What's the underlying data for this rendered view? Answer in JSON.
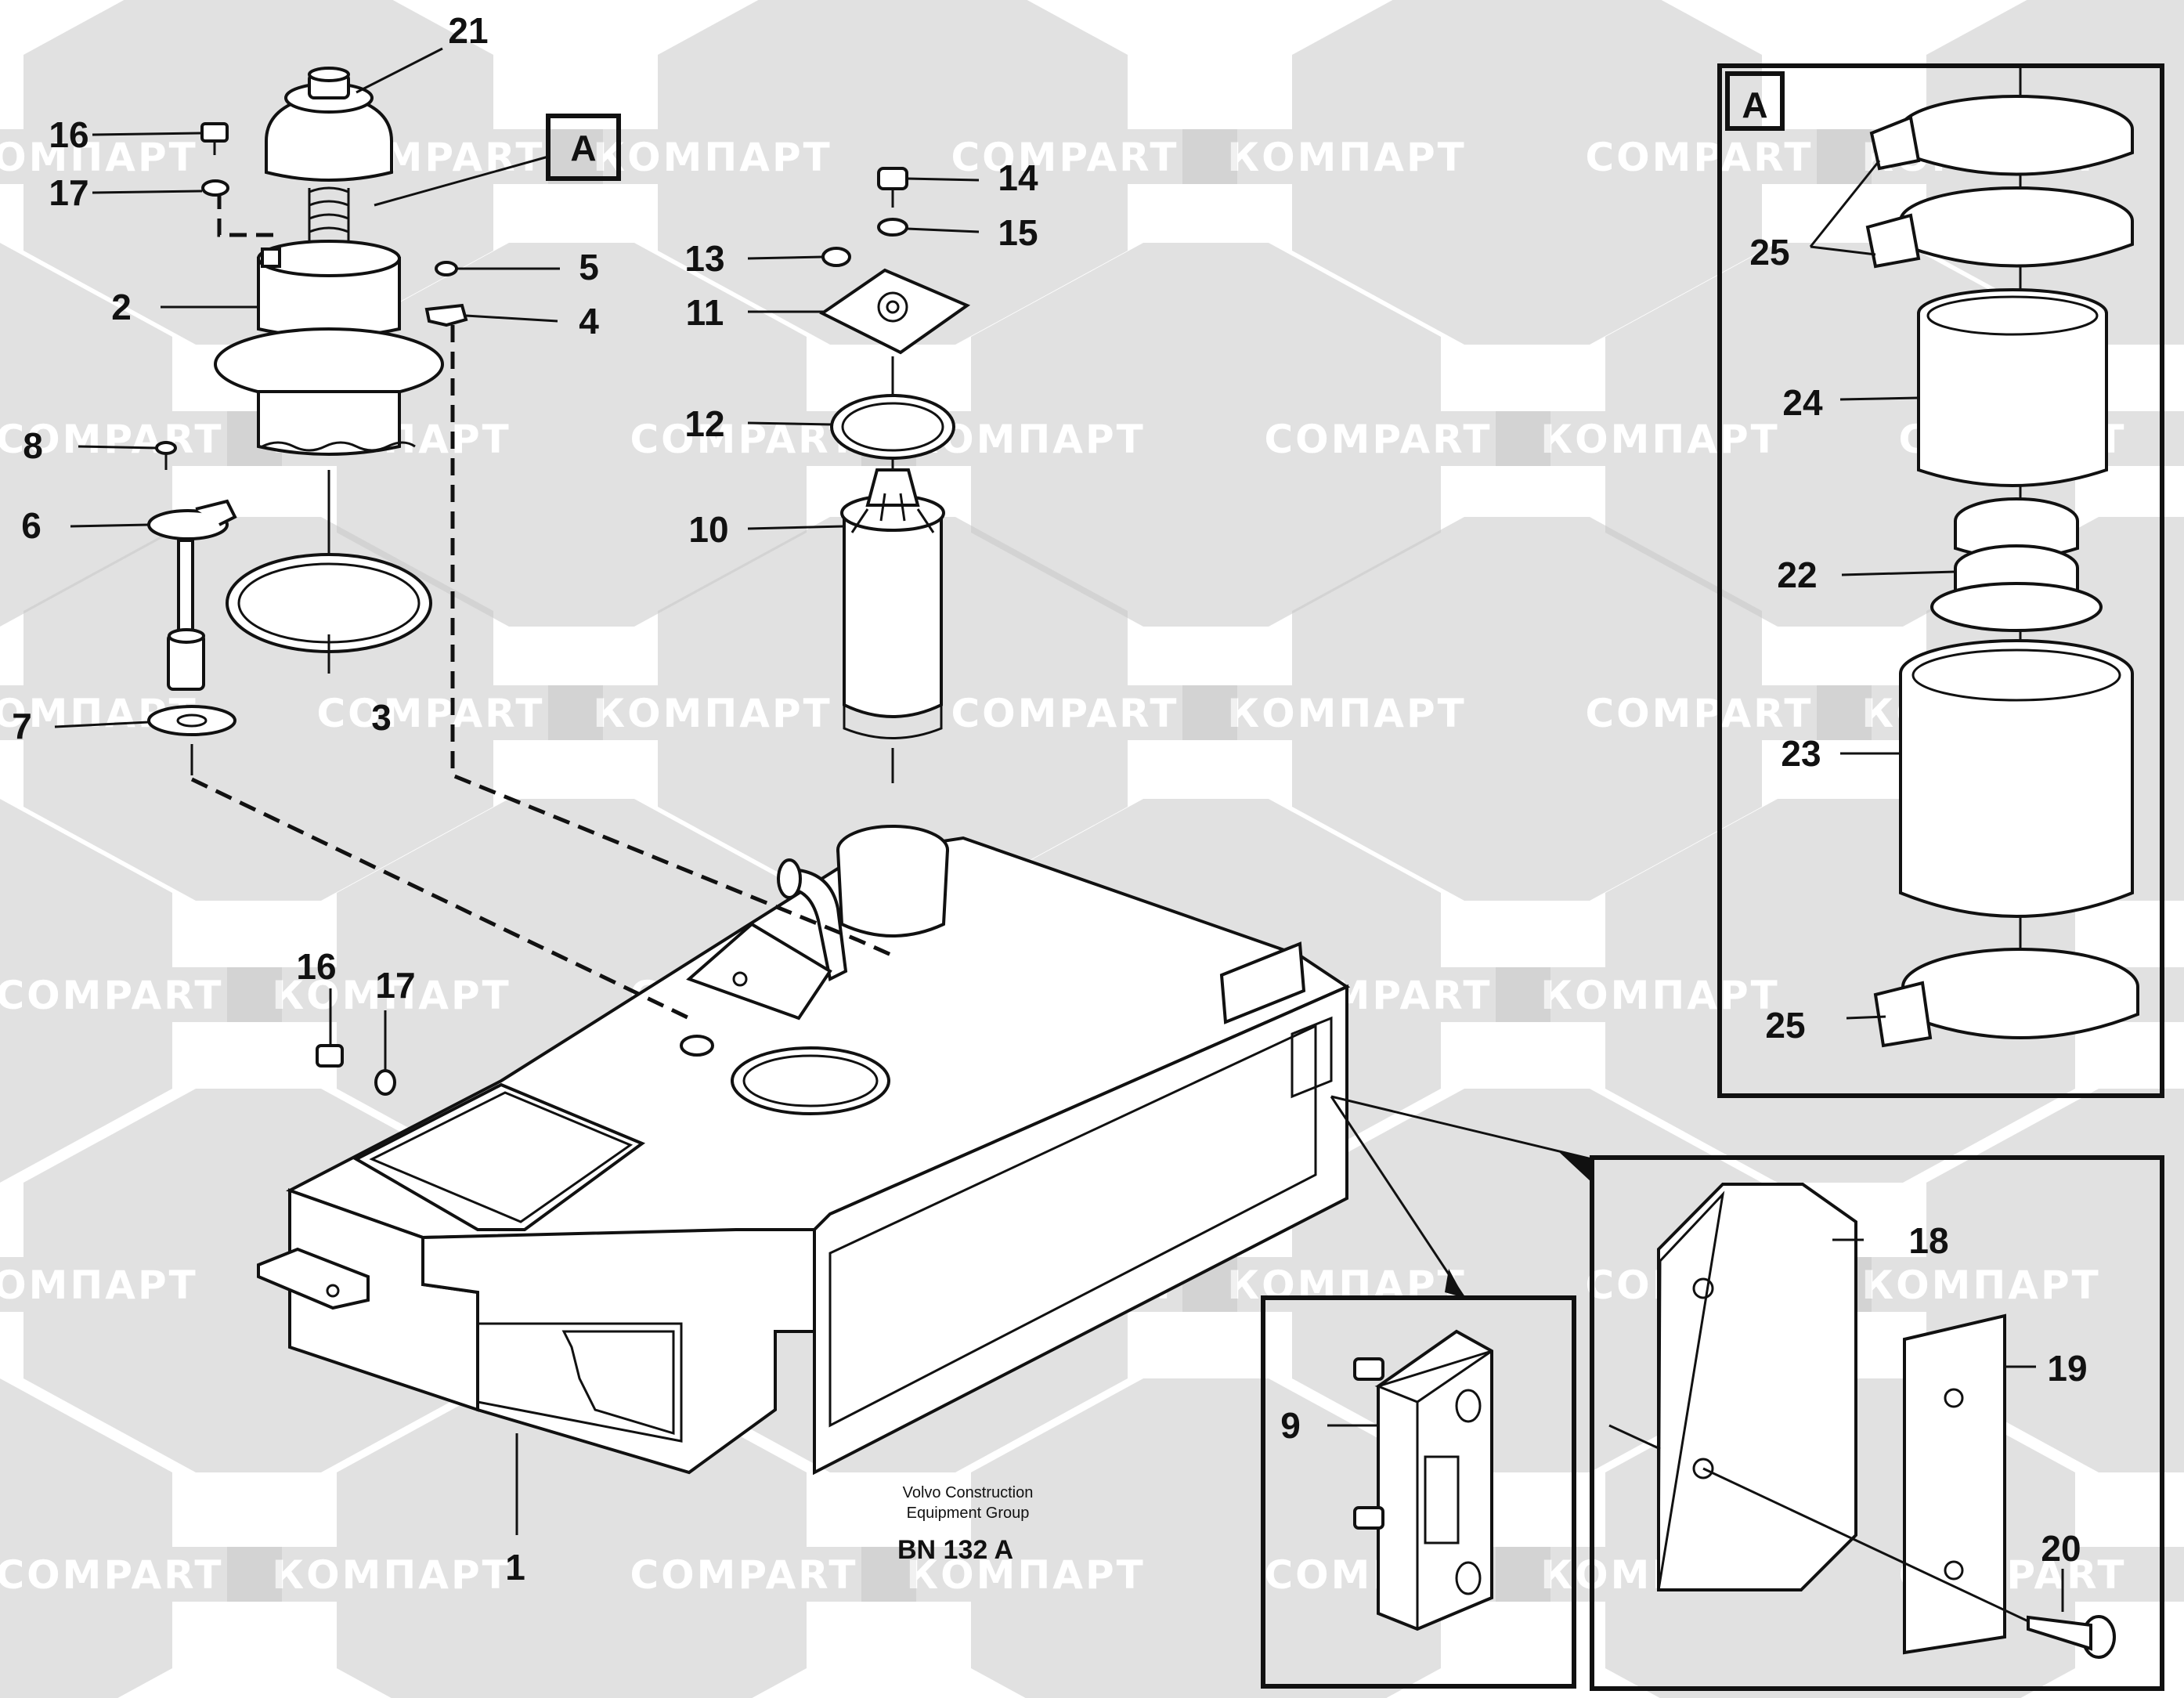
{
  "watermark": {
    "left_text": "КОМПАРТ",
    "right_text": "COMPART",
    "color": "#c9c9c9"
  },
  "caption": {
    "line1": "Volvo Construction",
    "line2": "Equipment Group",
    "code": "BN 132 A"
  },
  "detail_marker": "A",
  "callouts": {
    "c1": "1",
    "c2": "2",
    "c3": "3",
    "c4": "4",
    "c5": "5",
    "c6": "6",
    "c7": "7",
    "c8": "8",
    "c9": "9",
    "c10": "10",
    "c11": "11",
    "c12": "12",
    "c13": "13",
    "c14": "14",
    "c15": "15",
    "c16a": "16",
    "c16b": "16",
    "c17a": "17",
    "c17b": "17",
    "c18": "18",
    "c19": "19",
    "c20": "20",
    "c21": "21",
    "c22": "22",
    "c23": "23",
    "c24": "24",
    "c25a": "25",
    "c25b": "25"
  }
}
